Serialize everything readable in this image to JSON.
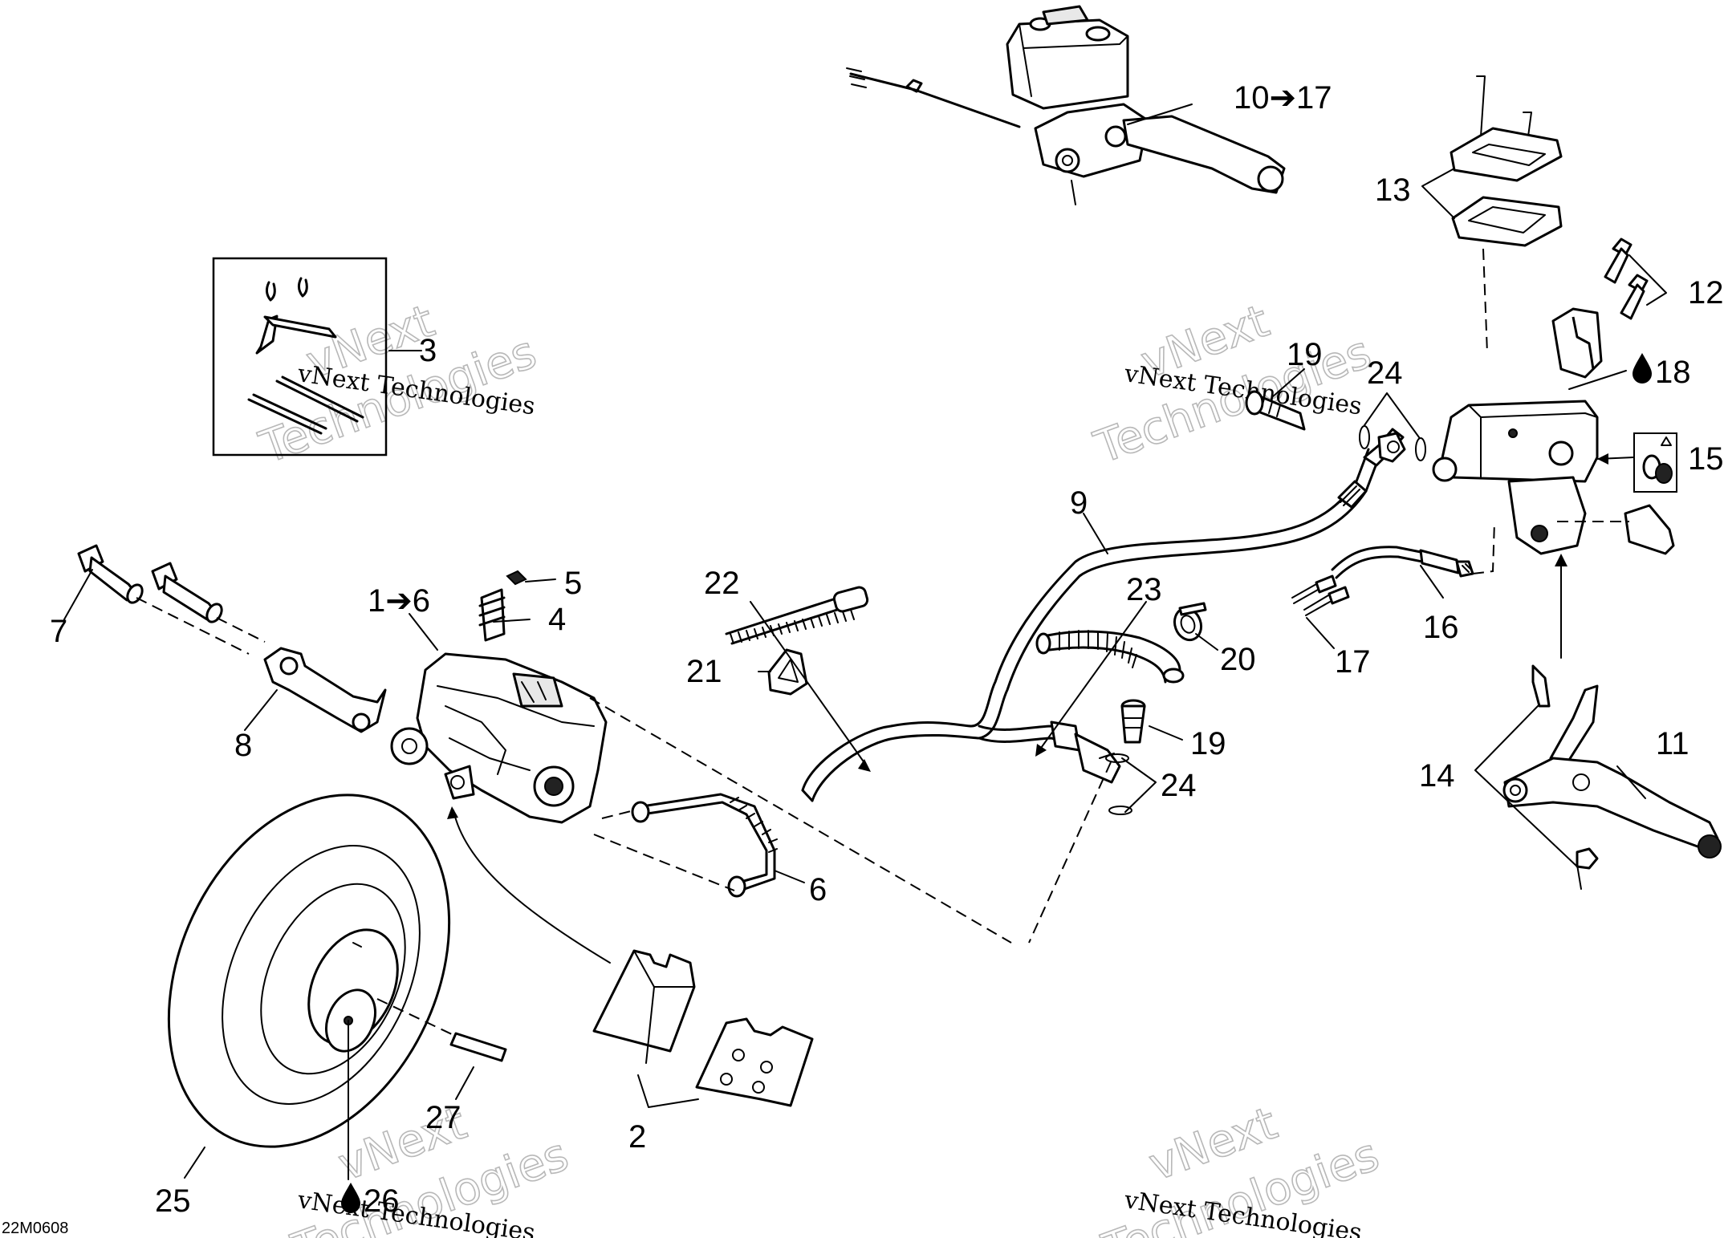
{
  "labels": {
    "l1": "1➔6",
    "l2": "2",
    "l3": "3",
    "l4": "4",
    "l5": "5",
    "l6": "6",
    "l7": "7",
    "l8": "8",
    "l9": "9",
    "l10": "10➔17",
    "l11": "11",
    "l12": "12",
    "l13": "13",
    "l14": "14",
    "l15": "15",
    "l16": "16",
    "l17": "17",
    "l18": "18",
    "l19a": "19",
    "l19b": "19",
    "l20": "20",
    "l21": "21",
    "l22": "22",
    "l23": "23",
    "l24a": "24",
    "l24b": "24",
    "l25": "25",
    "l26": "26",
    "l27": "27"
  },
  "drawing_code": "22M0608",
  "watermark": {
    "line1": "vNext Technologies",
    "outline_top": "vNext",
    "outline_bottom": "Technologies"
  },
  "icons": {
    "fluid_drop": "fluid-drop-icon"
  }
}
